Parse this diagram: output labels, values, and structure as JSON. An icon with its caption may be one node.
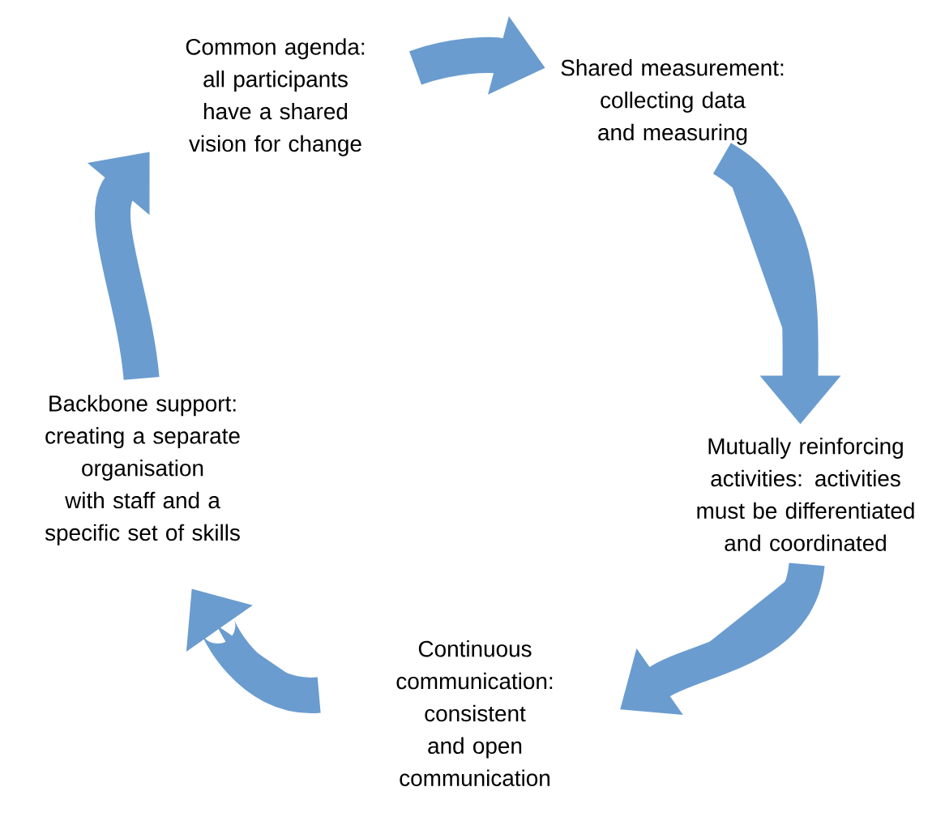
{
  "diagram": {
    "nodes": [
      {
        "text": [
          "Common agenda: all participants have a shared vision for change"
        ]
      },
      {
        "text": [
          "Shared measurement: collecting  data and measuring"
        ]
      },
      {
        "text": [
          "Mutually reinforcing activities: activities must be differentiated and coordinated"
        ]
      },
      {
        "text": [
          "Continuous communication: consistent and open communication"
        ]
      },
      {
        "text": [
          "Backbone support: creating  a separate organisation with staff and a specific set of skills"
        ]
      }
    ],
    "edges": [
      {
        "from": 0,
        "to": 1,
        "arrow": "to"
      },
      {
        "from": 1,
        "to": 2,
        "arrow": "to"
      },
      {
        "from": 2,
        "to": 3,
        "arrow": "to"
      },
      {
        "from": 3,
        "to": 4,
        "arrow": "to"
      },
      {
        "from": 4,
        "to": 0,
        "arrow": "to"
      }
    ]
  }
}
